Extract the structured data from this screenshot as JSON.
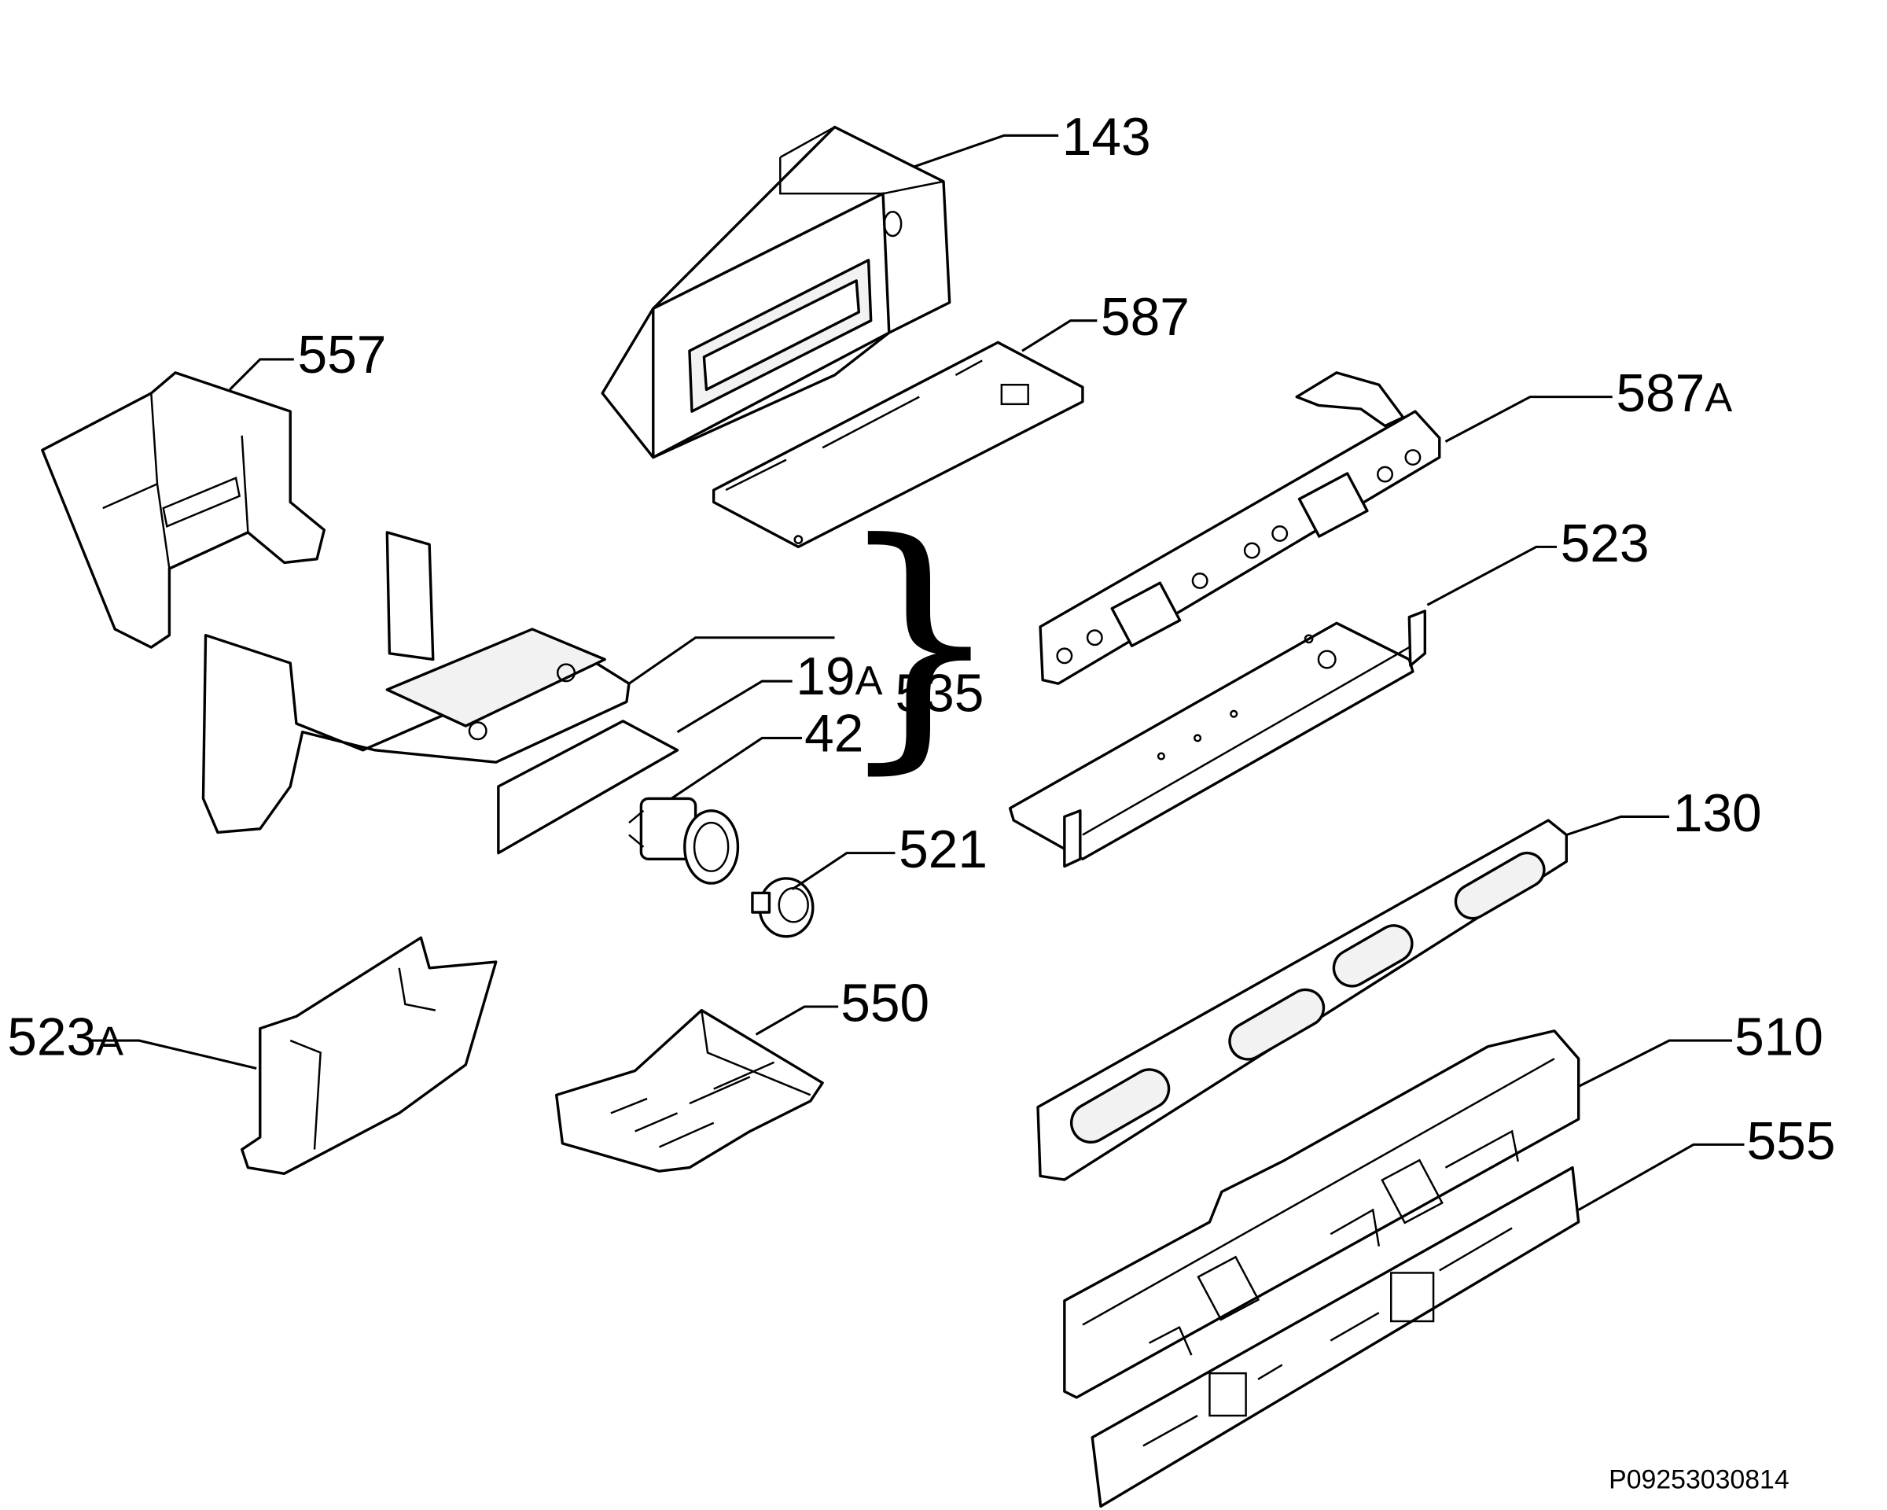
{
  "parts": {
    "p143": {
      "number": "143"
    },
    "p587": {
      "number": "587"
    },
    "p557": {
      "number": "557"
    },
    "p587a": {
      "number": "587",
      "suffix": "A"
    },
    "p523": {
      "number": "523"
    },
    "p19a": {
      "number": "19",
      "suffix": "A"
    },
    "p535": {
      "number": "535"
    },
    "p42": {
      "number": "42"
    },
    "p521": {
      "number": "521"
    },
    "p130": {
      "number": "130"
    },
    "p523a": {
      "number": "523",
      "suffix": "A"
    },
    "p550": {
      "number": "550"
    },
    "p510": {
      "number": "510"
    },
    "p555": {
      "number": "555"
    }
  },
  "diagram_code": "P09253030814"
}
